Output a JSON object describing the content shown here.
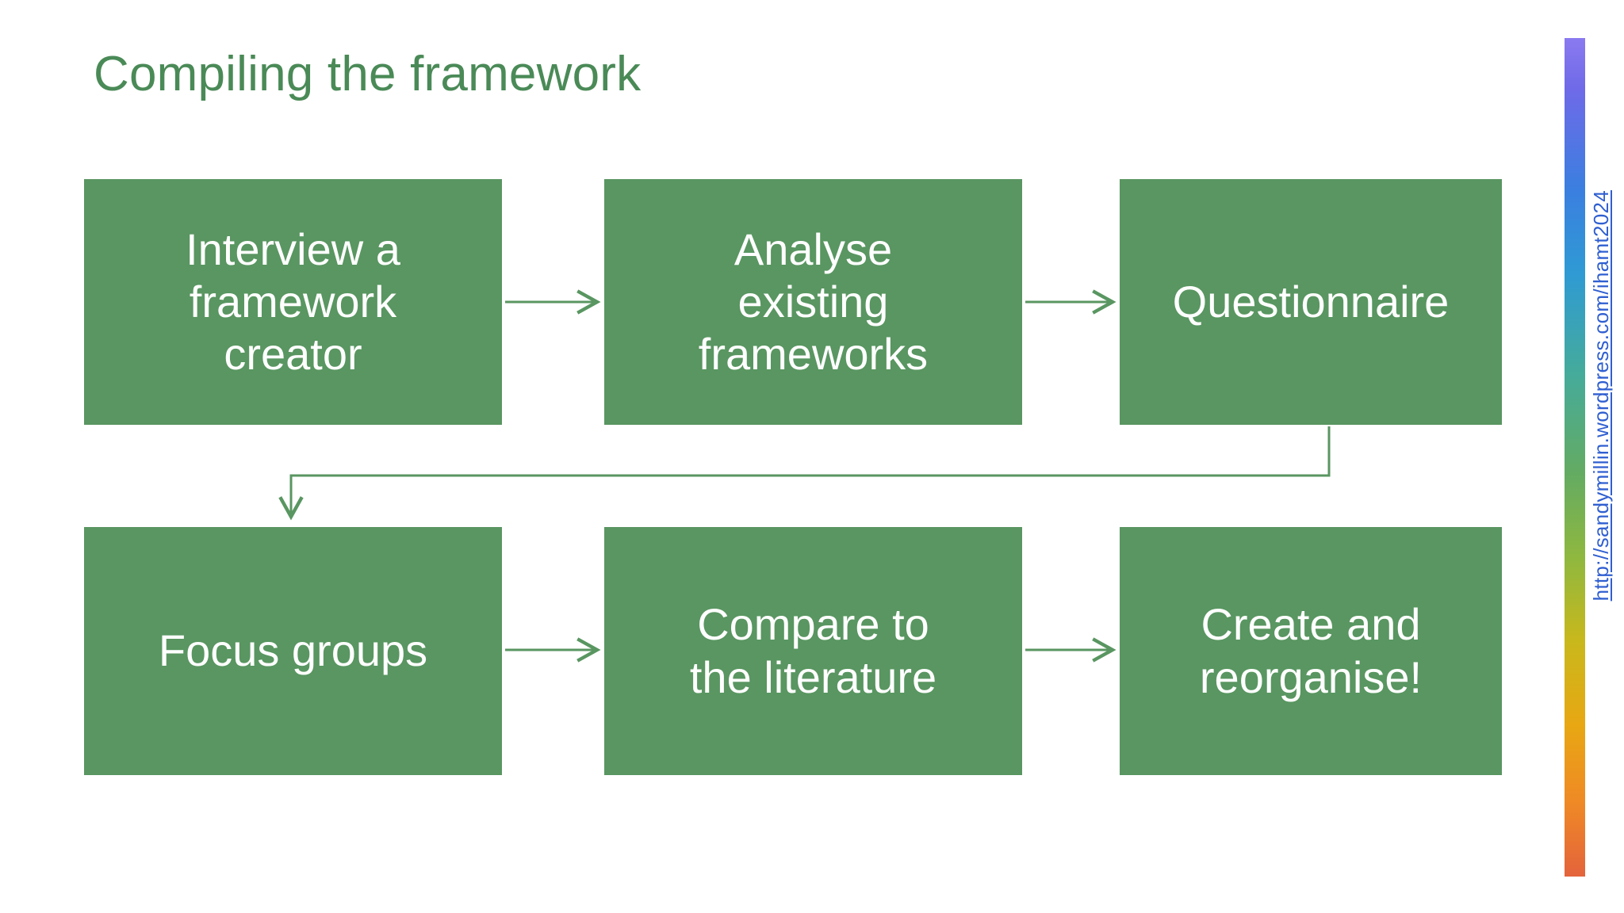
{
  "slide": {
    "title": "Compiling the framework",
    "background_color": "#ffffff",
    "title_color": "#4a8a57",
    "box_color": "#599661",
    "box_text_color": "#ffffff",
    "connector_color": "#599661"
  },
  "flow": {
    "rows": [
      {
        "boxes": [
          {
            "label": "Interview a\nframework\ncreator"
          },
          {
            "label": "Analyse\nexisting\nframeworks"
          },
          {
            "label": "Questionnaire"
          }
        ]
      },
      {
        "boxes": [
          {
            "label": "Focus groups"
          },
          {
            "label": "Compare to\nthe literature"
          },
          {
            "label": "Create and\nreorganise!"
          }
        ]
      }
    ],
    "connectors": [
      {
        "from": "Interview a framework creator",
        "to": "Analyse existing frameworks",
        "kind": "straight-right"
      },
      {
        "from": "Analyse existing frameworks",
        "to": "Questionnaire",
        "kind": "straight-right"
      },
      {
        "from": "Questionnaire",
        "to": "Focus groups",
        "kind": "elbow-down-left"
      },
      {
        "from": "Focus groups",
        "to": "Compare to the literature",
        "kind": "straight-right"
      },
      {
        "from": "Compare to the literature",
        "to": "Create and reorganise!",
        "kind": "straight-right"
      }
    ]
  },
  "sidebar": {
    "url_text": "http://sandymillin.wordpress.com/ihamt2024",
    "url_color": "#2f5fd0",
    "gradient_stops": [
      "#8b7af0",
      "#3b7fe0",
      "#2f9ad4",
      "#64ab62",
      "#c9b81c",
      "#e8a713",
      "#e4633c"
    ]
  }
}
